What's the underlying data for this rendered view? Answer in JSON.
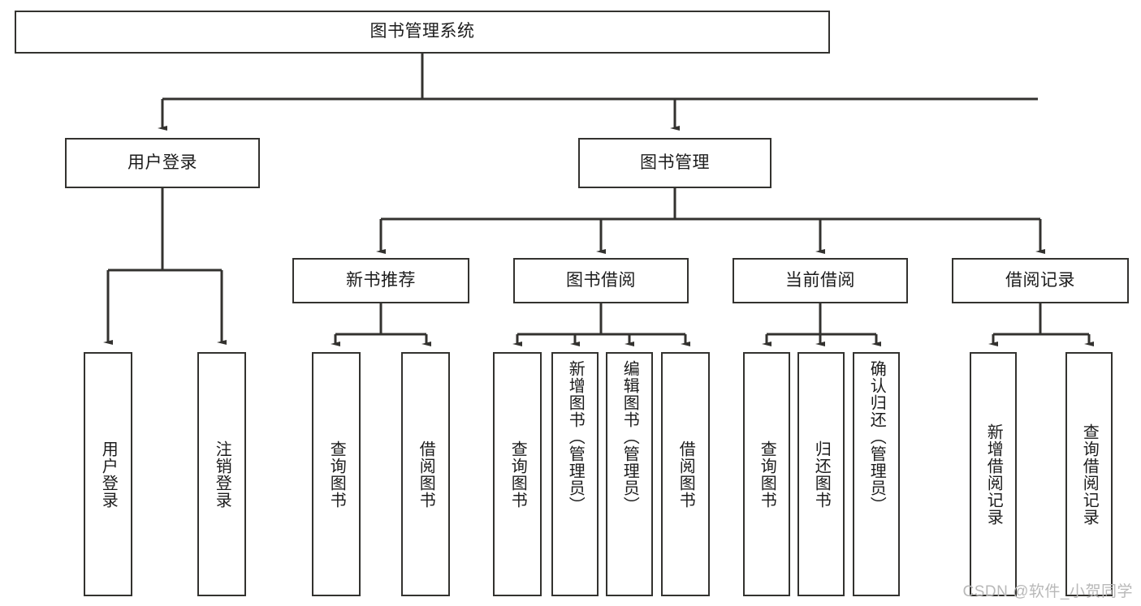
{
  "diagram": {
    "title": "图书管理系统",
    "type": "功能结构图",
    "stroke_color": "#33322f",
    "text_color": "#1c1c1c",
    "background_color": "#ffffff",
    "watermark": "CSDN @软件_小贺同学"
  },
  "nodes": {
    "root": {
      "label": "图书管理系统"
    },
    "level2": [
      {
        "label": "用户登录"
      },
      {
        "label": "图书管理"
      }
    ],
    "level3": [
      {
        "label": "新书推荐"
      },
      {
        "label": "图书借阅"
      },
      {
        "label": "当前借阅"
      },
      {
        "label": "借阅记录"
      }
    ],
    "leaves": {
      "user_login": [
        {
          "label": "用户登录"
        },
        {
          "label": "注销登录"
        }
      ],
      "new_book_recommend": [
        {
          "label": "查询图书"
        },
        {
          "label": "借阅图书"
        }
      ],
      "book_borrow": [
        {
          "label": "查询图书"
        },
        {
          "label": "新增图书（管理员）"
        },
        {
          "label": "编辑图书（管理员）"
        },
        {
          "label": "借阅图书"
        }
      ],
      "current_borrow": [
        {
          "label": "查询图书"
        },
        {
          "label": "归还图书"
        },
        {
          "label": "确认归还（管理员）"
        }
      ],
      "borrow_record": [
        {
          "label": "新增借阅记录"
        },
        {
          "label": "查询借阅记录"
        }
      ]
    }
  }
}
